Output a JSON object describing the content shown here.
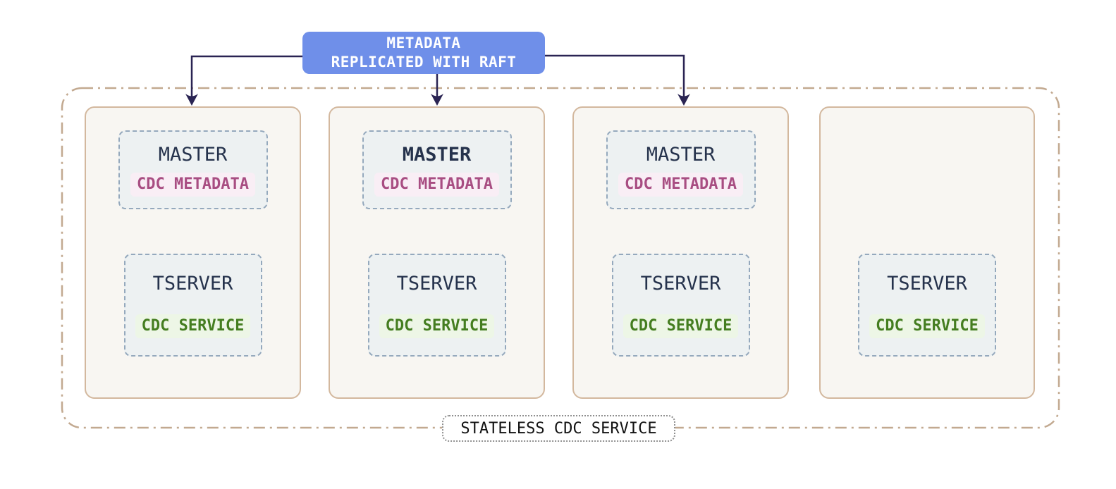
{
  "banner": {
    "line1": "METADATA",
    "line2": "REPLICATED WITH RAFT"
  },
  "cluster": {
    "label": "STATELESS CDC SERVICE",
    "nodes": [
      {
        "master": {
          "title": "MASTER",
          "badge": "CDC METADATA",
          "emphasis": false
        },
        "tserver": {
          "title": "TSERVER",
          "badge": "CDC SERVICE"
        }
      },
      {
        "master": {
          "title": "MASTER",
          "badge": "CDC METADATA",
          "emphasis": true
        },
        "tserver": {
          "title": "TSERVER",
          "badge": "CDC SERVICE"
        }
      },
      {
        "master": {
          "title": "MASTER",
          "badge": "CDC METADATA",
          "emphasis": false
        },
        "tserver": {
          "title": "TSERVER",
          "badge": "CDC SERVICE"
        }
      },
      {
        "tserver": {
          "title": "TSERVER",
          "badge": "CDC SERVICE"
        }
      }
    ]
  },
  "colors": {
    "banner_bg": "#6f8fe9",
    "banner_text": "#ffffff",
    "arrow": "#2a2453",
    "cluster_dashdot_border": "#c2a990",
    "node_border": "#d3b89e",
    "node_fill": "#f8f6f2",
    "inner_dashed_border": "#95a9bd",
    "inner_fill": "#edf1f2",
    "title_text": "#25324c",
    "metadata_badge_text": "#a84d82",
    "metadata_badge_bg": "#f9eef5",
    "service_badge_text": "#447d20",
    "service_badge_bg": "#edf6e6",
    "cluster_label_text": "#121212"
  }
}
